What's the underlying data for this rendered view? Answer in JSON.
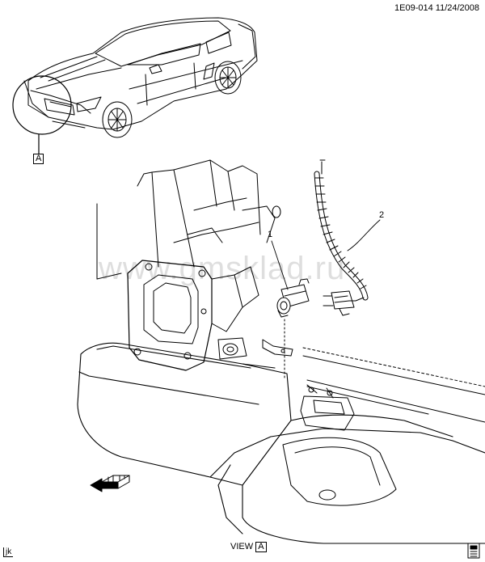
{
  "header": {
    "ref": "1E09-014",
    "date": "11/24/2008"
  },
  "detail_label": "A",
  "callouts": [
    "1",
    "2"
  ],
  "watermark": "www.gmsklad.ru",
  "footer": {
    "view_text": "VIEW",
    "view_letter": "A",
    "jk": "jk"
  },
  "icons": [
    "vehicle-front-arrow-icon",
    "binder-icon"
  ]
}
